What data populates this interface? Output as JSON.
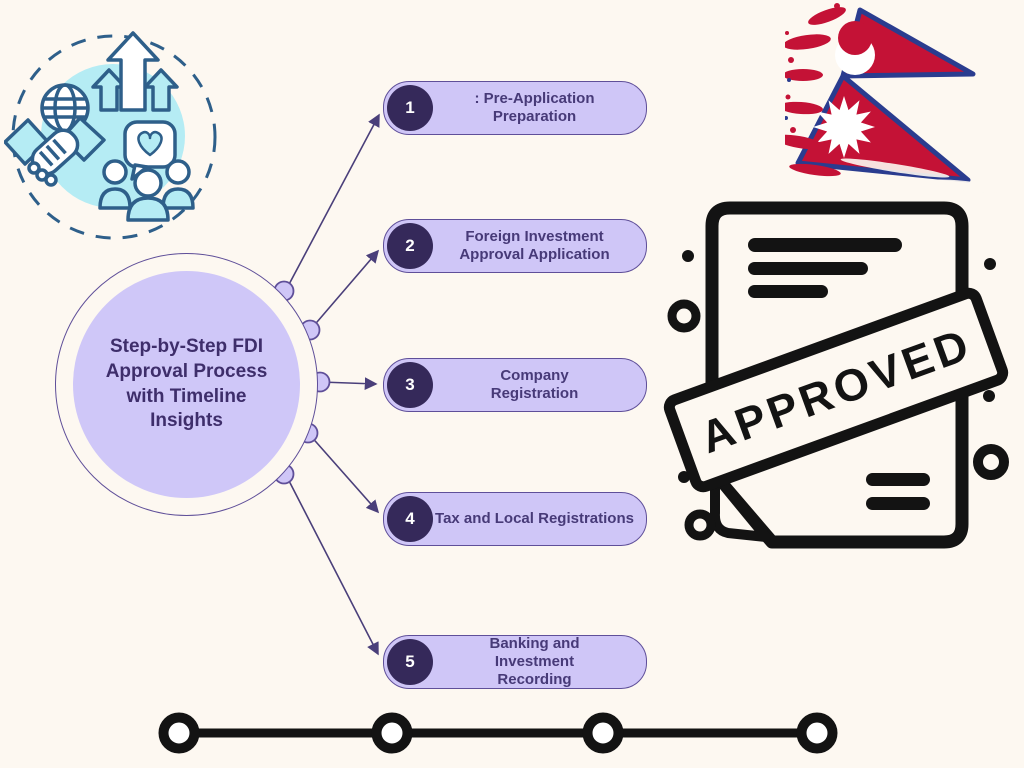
{
  "canvas": {
    "background": "#fdf8f1"
  },
  "colors": {
    "lavender_fill": "#cfc6f7",
    "outline_purple": "#5f4f99",
    "dark_purple_badge": "#35295a",
    "title_text": "#3e2e6b",
    "step_text": "#473a78",
    "connector_line": "#4a3f7a",
    "icon_blue": "#2e5f8a",
    "icon_cyan": "#b5ecf4",
    "flag_crimson": "#c41236",
    "flag_blue": "#2a3c8f",
    "ink_black": "#131313"
  },
  "hero_icon": {
    "name": "global-growth-partnership-icon"
  },
  "flag": {
    "country": "Nepal"
  },
  "center": {
    "title": "Step-by-Step FDI Approval Process with Timeline Insights"
  },
  "steps": [
    {
      "number": "1",
      "label": ": Pre-Application Preparation"
    },
    {
      "number": "2",
      "label": "Foreign Investment Approval Application"
    },
    {
      "number": "3",
      "label": "Company Registration"
    },
    {
      "number": "4",
      "label": "Tax and Local Registrations"
    },
    {
      "number": "5",
      "label": "Banking and Investment Recording"
    }
  ],
  "stamp": {
    "label": "APPROVED"
  },
  "timeline": {
    "node_count": 4
  }
}
